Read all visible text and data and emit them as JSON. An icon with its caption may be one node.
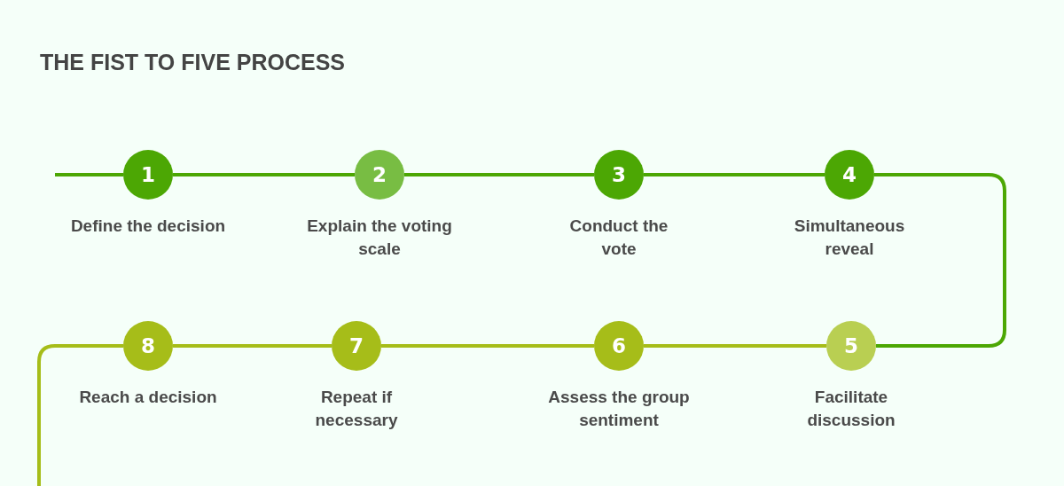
{
  "diagram": {
    "title": "THE FIST TO FIVE PROCESS",
    "nodes": [
      {
        "text": [
          "1"
        ],
        "beside": [
          "Define the decision"
        ]
      },
      {
        "text": [
          "2"
        ],
        "beside": [
          "Explain the voting scale"
        ]
      },
      {
        "text": [
          "3"
        ],
        "beside": [
          "Conduct the vote"
        ]
      },
      {
        "text": [
          "4"
        ],
        "beside": [
          "Simultaneous reveal"
        ]
      },
      {
        "text": [
          "5"
        ],
        "beside": [
          "Facilitate discussion"
        ]
      },
      {
        "text": [
          "6"
        ],
        "beside": [
          "Assess the group sentiment"
        ]
      },
      {
        "text": [
          "7"
        ],
        "beside": [
          "Repeat if necessary"
        ]
      },
      {
        "text": [
          "8"
        ],
        "beside": [
          "Reach a decision"
        ]
      }
    ],
    "edges": [
      {
        "from": null,
        "to": 0,
        "arrow": "none"
      },
      {
        "from": 0,
        "to": 1,
        "arrow": "none"
      },
      {
        "from": 1,
        "to": 2,
        "arrow": "none"
      },
      {
        "from": 2,
        "to": 3,
        "arrow": "none"
      },
      {
        "from": 3,
        "to": 4,
        "arrow": "none"
      },
      {
        "from": 4,
        "to": 5,
        "arrow": "none",
        "color": "#a6bd19"
      },
      {
        "from": 5,
        "to": 6,
        "arrow": "none",
        "color": "#a6bd19"
      },
      {
        "from": 6,
        "to": 7,
        "arrow": "none",
        "color": "#a6bd19"
      },
      {
        "from": 7,
        "to": null,
        "arrow": "none",
        "color": "#a6bd19"
      }
    ]
  }
}
